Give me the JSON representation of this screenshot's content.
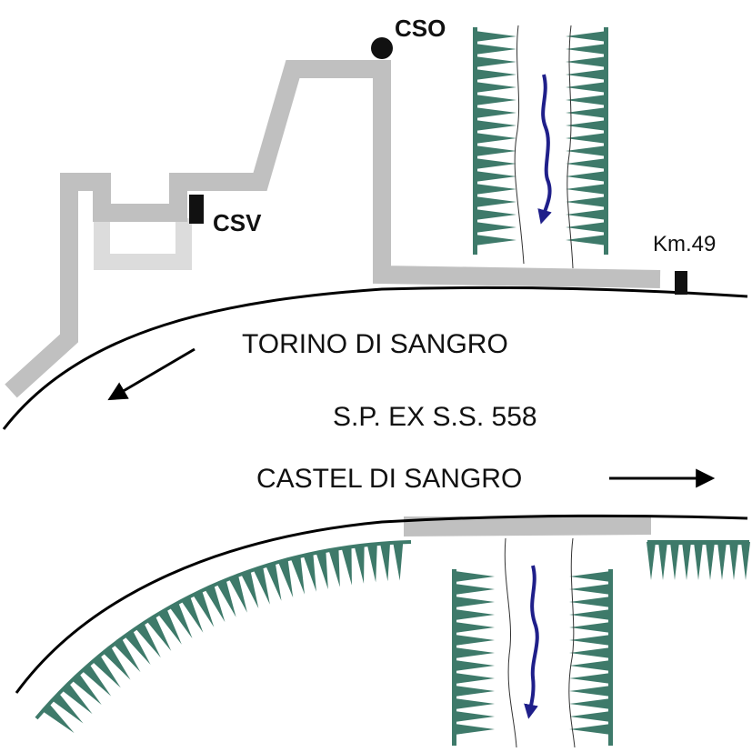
{
  "labels": {
    "cso": "CSO",
    "csv": "CSV",
    "km_marker": "Km.49",
    "direction_west": "TORINO DI SANGRO",
    "road_name": "S.P. EX S.S. 558",
    "direction_east": "CASTEL DI SANGRO"
  },
  "colors": {
    "road_line": "#000000",
    "access_path": "#c0c0c0",
    "access_path_light": "#dcdcdc",
    "vegetation": "#3e7a6a",
    "river_flow_arrow": "#1f1f8a",
    "marker": "#111111"
  },
  "icons": {
    "cso_marker": "filled-circle",
    "csv_marker": "filled-square",
    "km_marker": "filled-square",
    "flow_arrow": "wavy-arrow-down",
    "direction_arrow": "straight-arrow"
  }
}
